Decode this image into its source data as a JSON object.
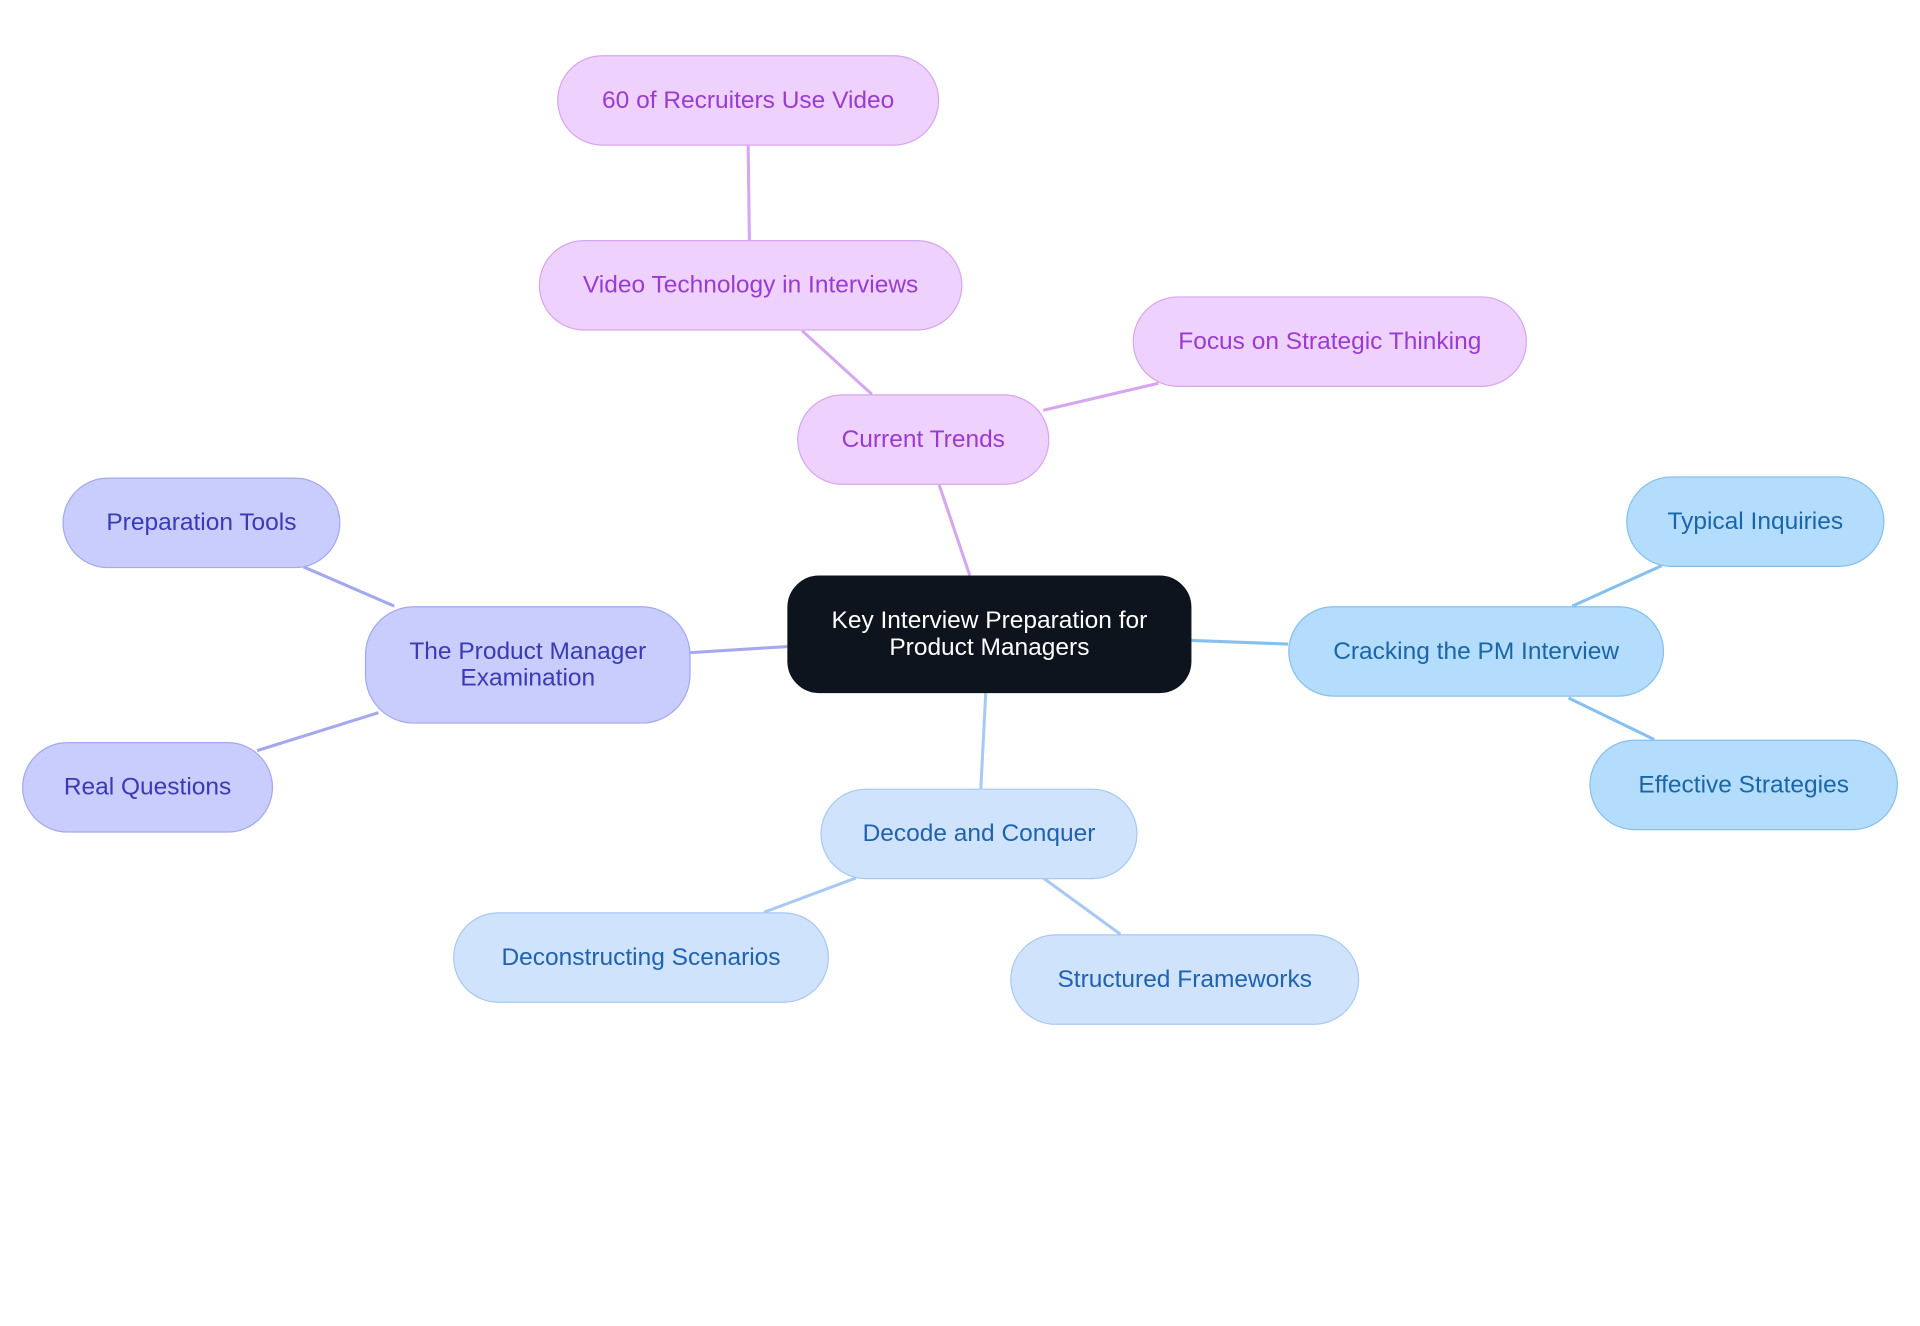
{
  "central": {
    "label_line1": "Key Interview Preparation for",
    "label_line2": "Product Managers"
  },
  "branches": {
    "current_trends": {
      "label": "Current Trends",
      "children": {
        "video_technology": "Video Technology in Interviews",
        "recruiters_video": "60 of Recruiters Use Video",
        "strategic_thinking": "Focus on Strategic Thinking"
      }
    },
    "pm_examination": {
      "label_line1": "The Product Manager",
      "label_line2": "Examination",
      "children": {
        "preparation_tools": "Preparation Tools",
        "real_questions": "Real Questions"
      }
    },
    "cracking_pm": {
      "label": "Cracking the PM Interview",
      "children": {
        "typical_inquiries": "Typical Inquiries",
        "effective_strategies": "Effective Strategies"
      }
    },
    "decode_conquer": {
      "label": "Decode and Conquer",
      "children": {
        "deconstructing_scenarios": "Deconstructing Scenarios",
        "structured_frameworks": "Structured Frameworks"
      }
    }
  },
  "colors": {
    "central": "#0e141d",
    "purple_branch": "#eed2fd",
    "indigo_branch": "#c8cdfd",
    "sky_branch": "#b4dcfc",
    "lightblue_branch": "#cfe3fd"
  }
}
